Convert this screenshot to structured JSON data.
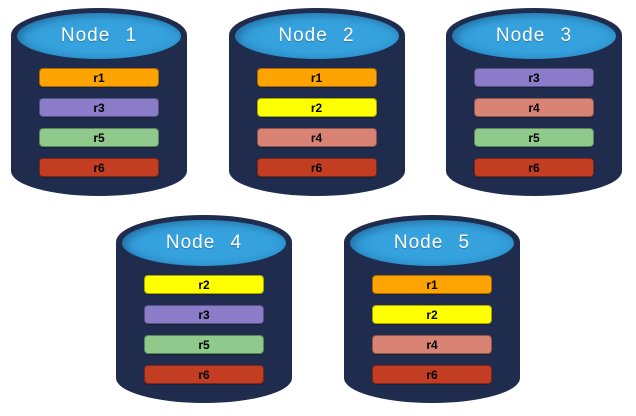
{
  "diagram": {
    "palette": {
      "cylinder_body": "#1F2C4E",
      "cylinder_top": "#2E9BD6",
      "node_label_color": "#FFFFFF",
      "bar_text_color": "#000000"
    },
    "replica_colors": {
      "r1": "#FFA300",
      "r2": "#FFFF00",
      "r3": "#8A7CC8",
      "r4": "#D98374",
      "r5": "#8FC98C",
      "r6": "#C33D23"
    },
    "nodes": [
      {
        "label": "Node 1",
        "replicas": [
          "r1",
          "r3",
          "r5",
          "r6"
        ]
      },
      {
        "label": "Node 2",
        "replicas": [
          "r1",
          "r2",
          "r4",
          "r6"
        ]
      },
      {
        "label": "Node 3",
        "replicas": [
          "r3",
          "r4",
          "r5",
          "r6"
        ]
      },
      {
        "label": "Node 4",
        "replicas": [
          "r2",
          "r3",
          "r5",
          "r6"
        ]
      },
      {
        "label": "Node 5",
        "replicas": [
          "r1",
          "r2",
          "r4",
          "r6"
        ]
      }
    ]
  }
}
